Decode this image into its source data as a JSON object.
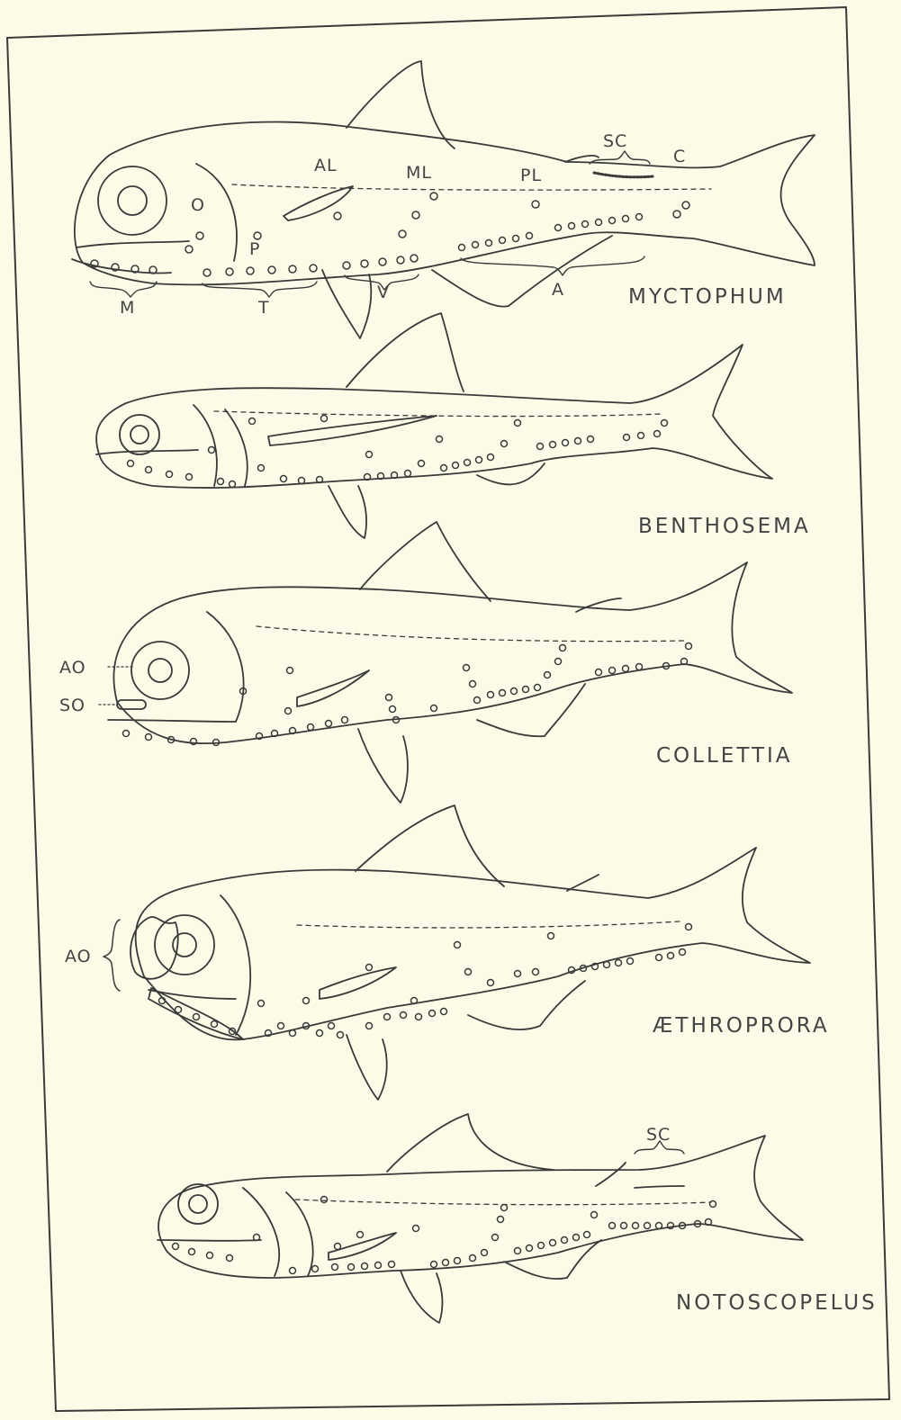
{
  "colors": {
    "paper": "#fbfbe8",
    "ink": "#3a3a3a"
  },
  "labels": {
    "sc_top": "SC",
    "c": "C",
    "al": "AL",
    "ml": "ML",
    "pl": "PL",
    "o": "O",
    "p": "P",
    "m": "M",
    "t": "T",
    "v": "V",
    "a": "A",
    "ao_collettia": "AO",
    "so": "SO",
    "ao_aethroprora": "AO",
    "sc_bottom": "SC"
  },
  "fishes": [
    {
      "name": "MYCTOPHUM"
    },
    {
      "name": "BENTHOSEMA"
    },
    {
      "name": "COLLETTIA"
    },
    {
      "name": "ÆTHROPRORA"
    },
    {
      "name": "NOTOSCOPELUS"
    }
  ]
}
